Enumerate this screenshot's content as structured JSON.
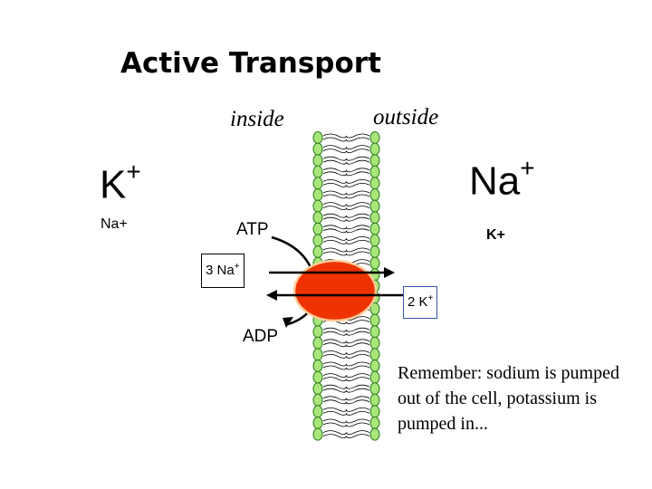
{
  "diagram": {
    "title": "Active Transport",
    "inside_label": "inside",
    "outside_label": "outside",
    "inside_ion_big": {
      "base": "K",
      "charge": "+"
    },
    "outside_ion_big": {
      "base": "Na",
      "charge": "+"
    },
    "inside_ion_small": "Na+",
    "outside_ion_small": "K+",
    "atp_label": "ATP",
    "adp_label": "ADP",
    "sodium_box": {
      "base": "3 Na",
      "charge": "+"
    },
    "potassium_box": {
      "base": "2 K",
      "charge": "+"
    },
    "note": "Remember: sodium is pumped out of the cell, potassium is pumped in...",
    "colors": {
      "phospholipid_head": "#a8e67a",
      "phospholipid_head_stroke": "#2a7a1a",
      "pump_protein": "#ee3300",
      "pump_outline": "#ffcc99",
      "potassium_box_border": "#3355aa"
    }
  }
}
